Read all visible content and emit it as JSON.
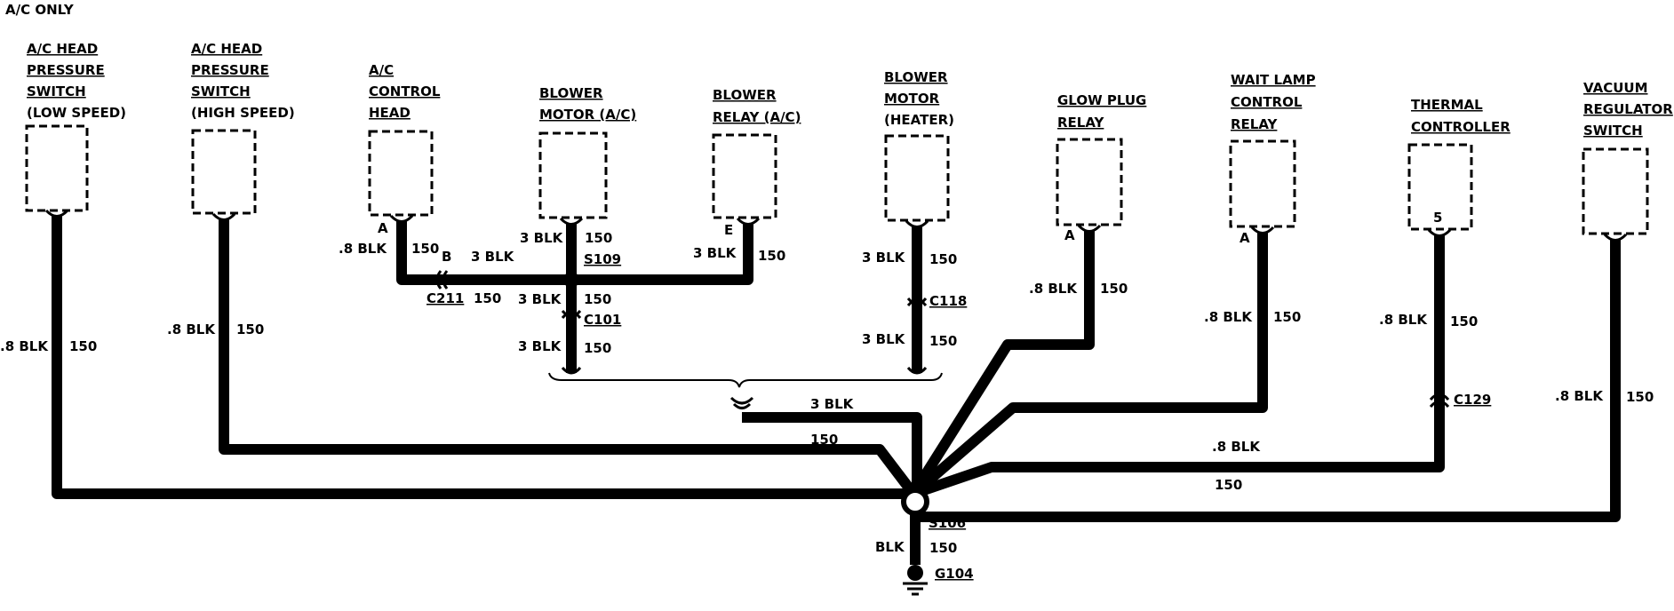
{
  "title": "A/C ONLY",
  "components": [
    {
      "id": "ac-head-pressure-low",
      "lines": [
        "A/C HEAD",
        "PRESSURE",
        "SWITCH",
        "(LOW SPEED)"
      ],
      "pin": ""
    },
    {
      "id": "ac-head-pressure-high",
      "lines": [
        "A/C HEAD",
        "PRESSURE",
        "SWITCH",
        "(HIGH SPEED)"
      ],
      "pin": ""
    },
    {
      "id": "ac-control-head",
      "lines": [
        "A/C",
        "CONTROL",
        "HEAD"
      ],
      "pin": "A"
    },
    {
      "id": "blower-motor-ac",
      "lines": [
        "BLOWER",
        "MOTOR (A/C)"
      ],
      "pin": ""
    },
    {
      "id": "blower-relay-ac",
      "lines": [
        "BLOWER",
        "RELAY (A/C)"
      ],
      "pin": "E"
    },
    {
      "id": "blower-motor-heater",
      "lines": [
        "BLOWER",
        "MOTOR",
        "(HEATER)"
      ],
      "pin": ""
    },
    {
      "id": "glow-plug-relay",
      "lines": [
        "GLOW PLUG",
        "RELAY"
      ],
      "pin": "A"
    },
    {
      "id": "wait-lamp-control-relay",
      "lines": [
        "WAIT LAMP",
        "CONTROL",
        "RELAY"
      ],
      "pin": "A"
    },
    {
      "id": "thermal-controller",
      "lines": [
        "THERMAL",
        "CONTROLLER"
      ],
      "pin": "5"
    },
    {
      "id": "vacuum-regulator-switch",
      "lines": [
        "VACUUM",
        "REGULATOR",
        "SWITCH"
      ],
      "pin": ""
    }
  ],
  "wires": {
    "w_low": {
      "size": ".8 BLK",
      "circuit": "150"
    },
    "w_high": {
      "size": ".8 BLK",
      "circuit": "150"
    },
    "w_ach_a": {
      "size": ".8 BLK",
      "circuit": "150"
    },
    "w_ach_b": {
      "size": "3 BLK",
      "circuit": "150"
    },
    "w_bm_top": {
      "size": "3 BLK",
      "circuit": "150"
    },
    "w_br": {
      "size": "3 BLK",
      "circuit": "150"
    },
    "w_bm_mid": {
      "size": "3 BLK",
      "circuit": "150"
    },
    "w_bm_bot": {
      "size": "3 BLK",
      "circuit": "150"
    },
    "w_bmh_top": {
      "size": "3 BLK",
      "circuit": "150"
    },
    "w_bmh_bot": {
      "size": "3 BLK",
      "circuit": "150"
    },
    "w_glow": {
      "size": ".8 BLK",
      "circuit": "150"
    },
    "w_wait": {
      "size": ".8 BLK",
      "circuit": "150"
    },
    "w_therm": {
      "size": ".8 BLK",
      "circuit": "150"
    },
    "w_vac": {
      "size": ".8 BLK",
      "circuit": "150"
    },
    "w_merge": {
      "size": "3 BLK",
      "circuit": "150"
    },
    "w_therm_run": {
      "size": ".8 BLK",
      "circuit": "150"
    },
    "w_ground": {
      "size": "BLK",
      "circuit": "150"
    }
  },
  "connectors": {
    "c211": "C211",
    "c211_pin": "B",
    "c211_circuit": "150",
    "c101": "C101",
    "c118": "C118",
    "c129": "C129"
  },
  "splices": {
    "s109": "S109",
    "s106": "S106"
  },
  "ground": {
    "g104": "G104"
  }
}
